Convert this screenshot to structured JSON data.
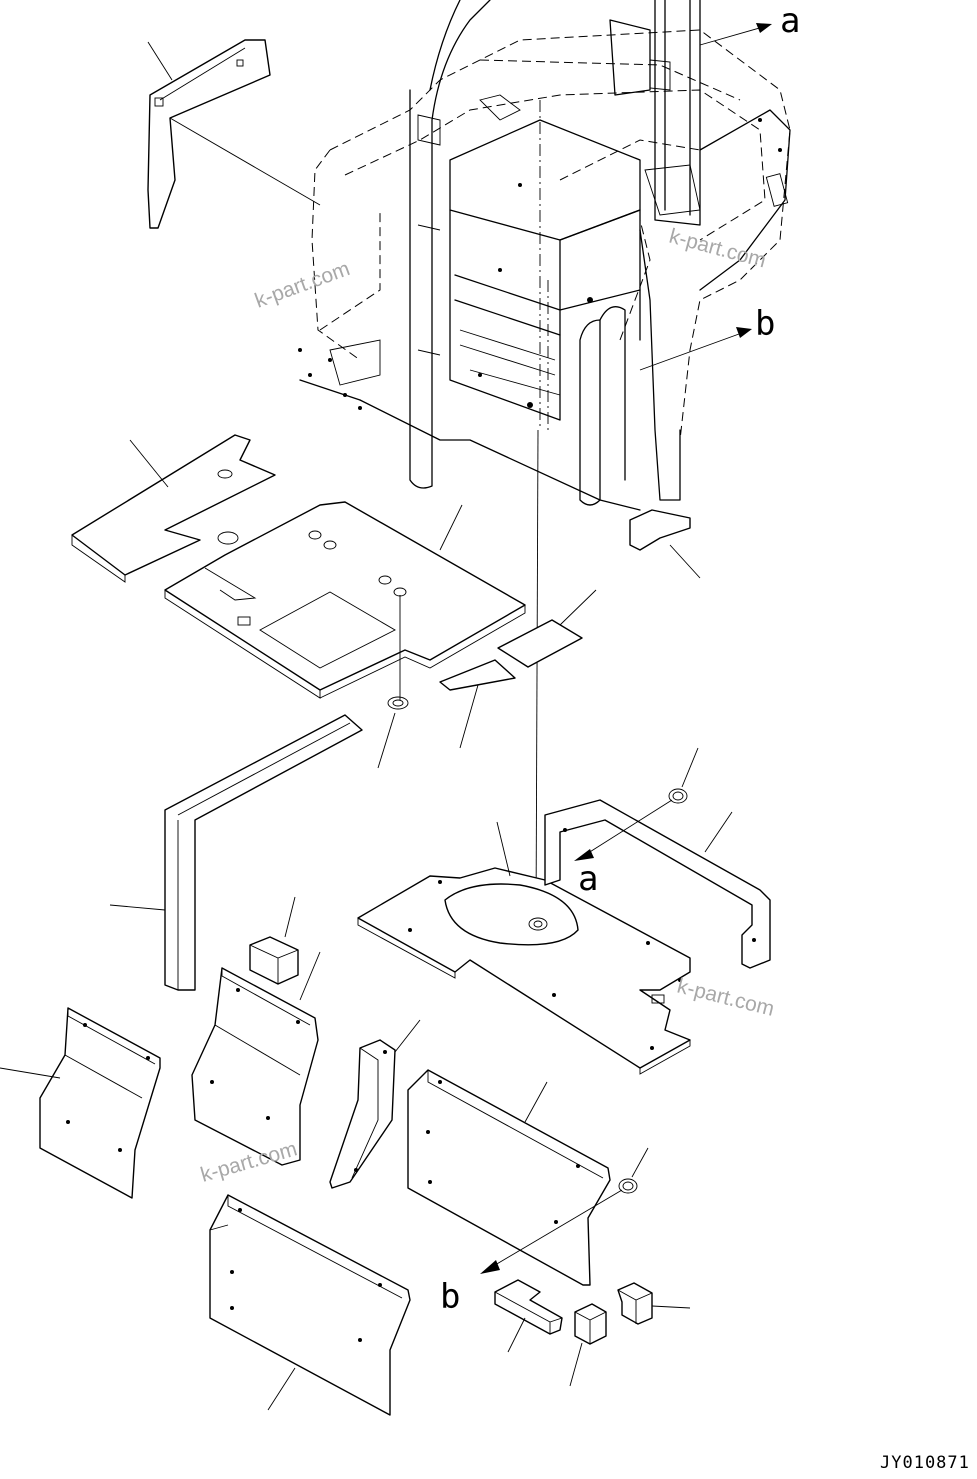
{
  "diagram": {
    "callout_a_top": "a",
    "callout_b_top": "b",
    "callout_a_bottom": "a",
    "callout_b_bottom": "b",
    "watermarks": [
      "k-part.com",
      "k-part.com",
      "k-part.com",
      "k-part.com"
    ],
    "drawing_code": "JY010871"
  }
}
